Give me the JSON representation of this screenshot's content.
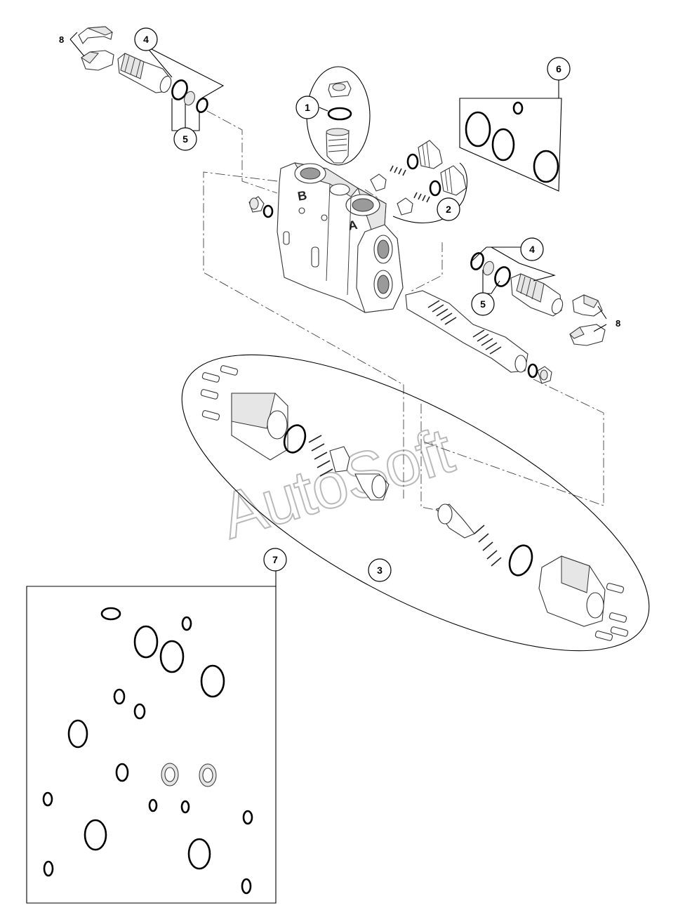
{
  "callouts": [
    {
      "id": "1",
      "label": "1"
    },
    {
      "id": "2",
      "label": "2"
    },
    {
      "id": "3",
      "label": "3"
    },
    {
      "id": "4a",
      "label": "4"
    },
    {
      "id": "4b",
      "label": "4"
    },
    {
      "id": "5a",
      "label": "5"
    },
    {
      "id": "5b",
      "label": "5"
    },
    {
      "id": "6",
      "label": "6"
    },
    {
      "id": "7",
      "label": "7"
    }
  ],
  "plain_labels": {
    "clamp_left": "8",
    "clamp_right": "8"
  },
  "port_letters": {
    "port_a": "A",
    "port_b": "B"
  },
  "watermark": "AutoSoft"
}
